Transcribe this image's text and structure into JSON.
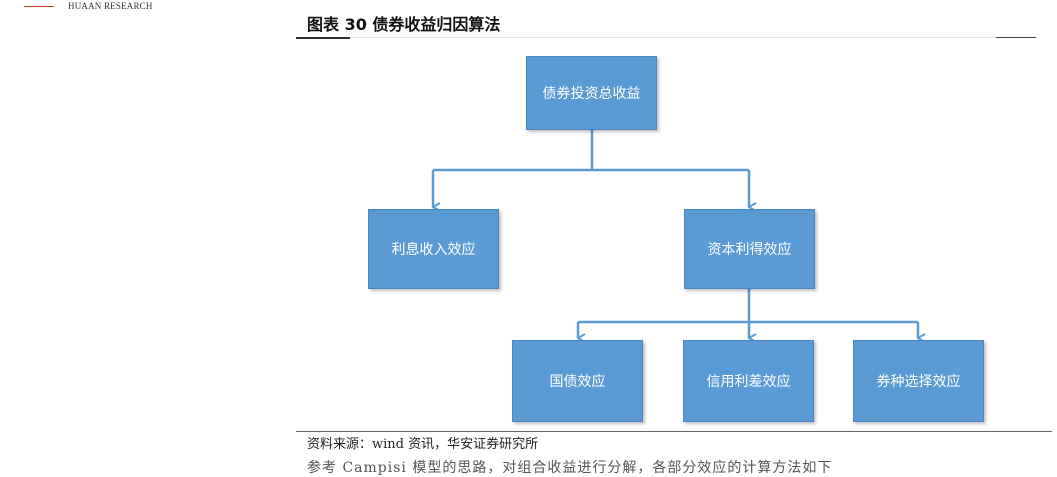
{
  "header": {
    "brand": "HUAAN RESEARCH"
  },
  "figure": {
    "title": "图表 30 债券收益归因算法",
    "nodes": {
      "root": "债券投资总收益",
      "income": "利息收入效应",
      "capital": "资本利得效应",
      "treasury": "国债效应",
      "credit": "信用利差效应",
      "selection": "券种选择效应"
    }
  },
  "footer": {
    "source": "资料来源：wind 资讯，华安证券研究所",
    "next_line_fragment": "参考 Campisi 模型的思路，对组合收益进行分解，各部分效应的计算方法如下"
  },
  "colors": {
    "node_fill": "#5b9bd5",
    "connector": "#5b9bd5",
    "brand_red": "#c0392b"
  }
}
